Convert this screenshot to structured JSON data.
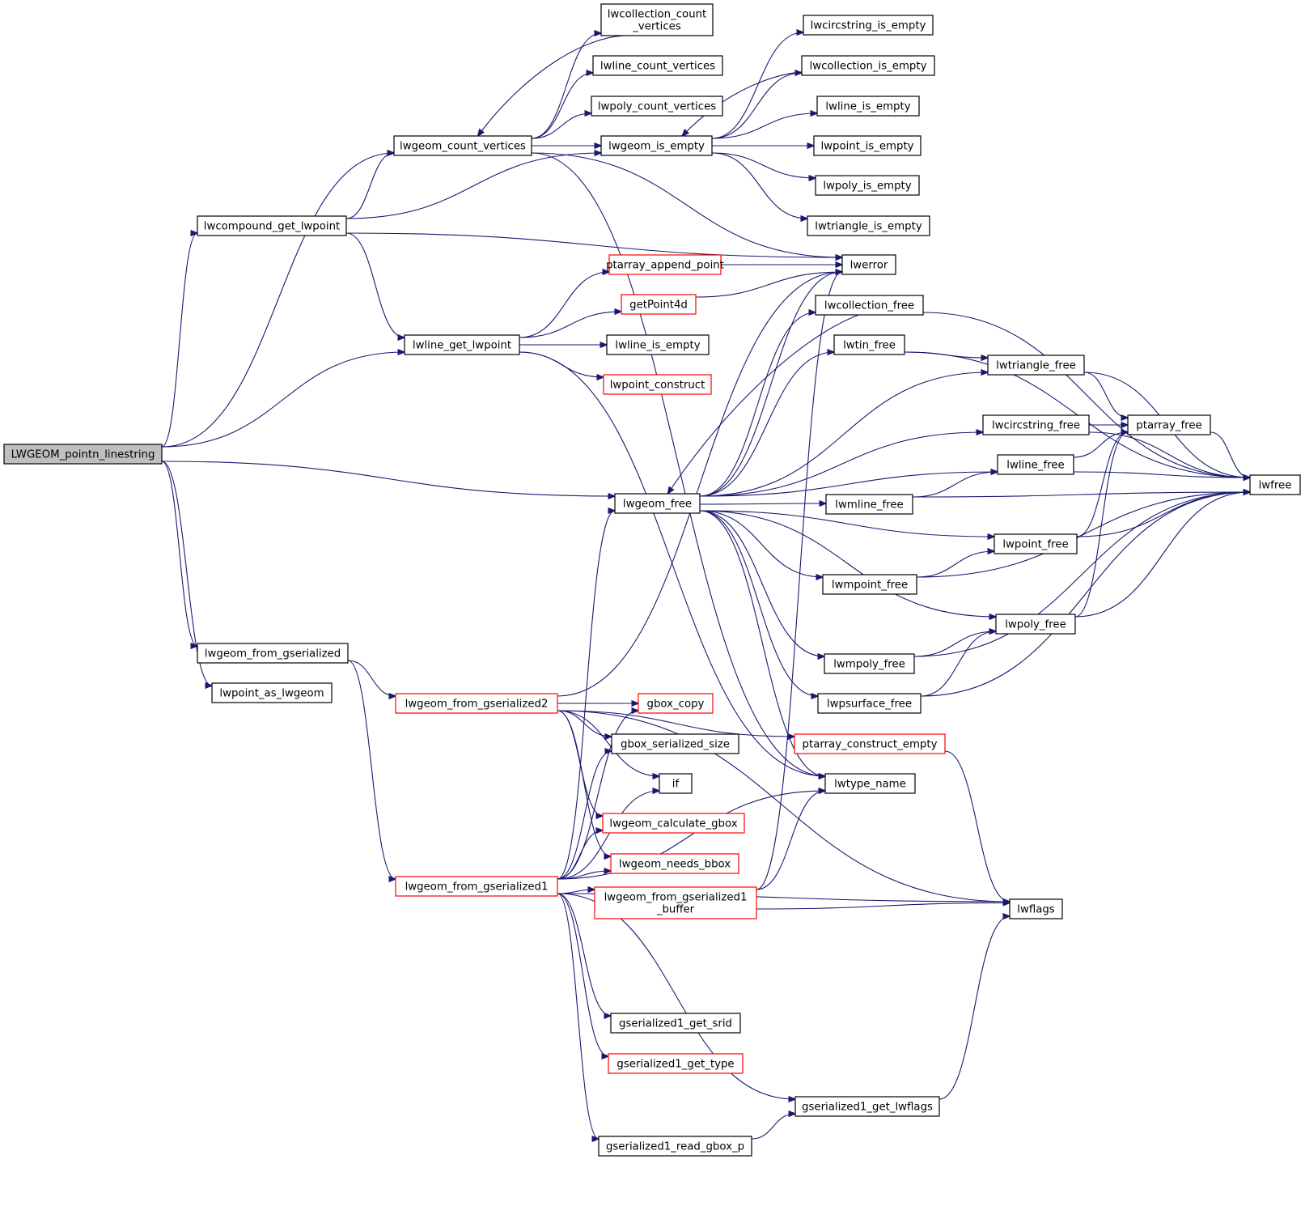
{
  "diagram": {
    "title": "Call graph for LWGEOM_pointn_linestring",
    "edge_color": "#191970",
    "colors": {
      "root_fill": "#bfbfbf",
      "node_border": "#000000",
      "truncated_node_border": "#ff0000"
    },
    "nodes": [
      {
        "id": "root",
        "label": "LWGEOM_pointn_linestring",
        "style": "root"
      },
      {
        "id": "lwgeom_count_vertices",
        "label": "lwgeom_count_vertices",
        "style": "normal"
      },
      {
        "id": "lwcompound_get_lwpoint",
        "label": "lwcompound_get_lwpoint",
        "style": "normal"
      },
      {
        "id": "lwline_get_lwpoint",
        "label": "lwline_get_lwpoint",
        "style": "normal"
      },
      {
        "id": "lwgeom_free",
        "label": "lwgeom_free",
        "style": "normal"
      },
      {
        "id": "lwgeom_from_gserialized",
        "label": "lwgeom_from_gserialized",
        "style": "normal"
      },
      {
        "id": "lwpoint_as_lwgeom",
        "label": "lwpoint_as_lwgeom",
        "style": "normal"
      },
      {
        "id": "lwcollection_count_vertices",
        "label": "lwcollection_count\n_vertices",
        "style": "normal"
      },
      {
        "id": "lwline_count_vertices",
        "label": "lwline_count_vertices",
        "style": "normal"
      },
      {
        "id": "lwpoly_count_vertices",
        "label": "lwpoly_count_vertices",
        "style": "normal"
      },
      {
        "id": "lwgeom_is_empty",
        "label": "lwgeom_is_empty",
        "style": "normal"
      },
      {
        "id": "lwcircstring_is_empty",
        "label": "lwcircstring_is_empty",
        "style": "normal"
      },
      {
        "id": "lwcollection_is_empty",
        "label": "lwcollection_is_empty",
        "style": "normal"
      },
      {
        "id": "lwline_is_empty_top",
        "label": "lwline_is_empty",
        "style": "normal"
      },
      {
        "id": "lwpoint_is_empty",
        "label": "lwpoint_is_empty",
        "style": "normal"
      },
      {
        "id": "lwpoly_is_empty",
        "label": "lwpoly_is_empty",
        "style": "normal"
      },
      {
        "id": "lwtriangle_is_empty",
        "label": "lwtriangle_is_empty",
        "style": "normal"
      },
      {
        "id": "lwerror",
        "label": "lwerror",
        "style": "normal"
      },
      {
        "id": "ptarray_append_point",
        "label": "ptarray_append_point",
        "style": "truncated"
      },
      {
        "id": "getPoint4d",
        "label": "getPoint4d",
        "style": "truncated"
      },
      {
        "id": "lwline_is_empty",
        "label": "lwline_is_empty",
        "style": "normal"
      },
      {
        "id": "lwpoint_construct",
        "label": "lwpoint_construct",
        "style": "truncated"
      },
      {
        "id": "lwcollection_free",
        "label": "lwcollection_free",
        "style": "normal"
      },
      {
        "id": "lwtin_free",
        "label": "lwtin_free",
        "style": "normal"
      },
      {
        "id": "lwtriangle_free",
        "label": "lwtriangle_free",
        "style": "normal"
      },
      {
        "id": "lwcircstring_free",
        "label": "lwcircstring_free",
        "style": "normal"
      },
      {
        "id": "ptarray_free",
        "label": "ptarray_free",
        "style": "normal"
      },
      {
        "id": "lwline_free",
        "label": "lwline_free",
        "style": "normal"
      },
      {
        "id": "lwfree",
        "label": "lwfree",
        "style": "normal"
      },
      {
        "id": "lwmline_free",
        "label": "lwmline_free",
        "style": "normal"
      },
      {
        "id": "lwpoint_free",
        "label": "lwpoint_free",
        "style": "normal"
      },
      {
        "id": "lwmpoint_free",
        "label": "lwmpoint_free",
        "style": "normal"
      },
      {
        "id": "lwpoly_free",
        "label": "lwpoly_free",
        "style": "normal"
      },
      {
        "id": "lwmpoly_free",
        "label": "lwmpoly_free",
        "style": "normal"
      },
      {
        "id": "lwpsurface_free",
        "label": "lwpsurface_free",
        "style": "normal"
      },
      {
        "id": "ptarray_construct_empty",
        "label": "ptarray_construct_empty",
        "style": "truncated"
      },
      {
        "id": "lwtype_name",
        "label": "lwtype_name",
        "style": "normal"
      },
      {
        "id": "lwgeom_from_gserialized2",
        "label": "lwgeom_from_gserialized2",
        "style": "truncated"
      },
      {
        "id": "gbox_copy",
        "label": "gbox_copy",
        "style": "truncated"
      },
      {
        "id": "gbox_serialized_size",
        "label": "gbox_serialized_size",
        "style": "normal"
      },
      {
        "id": "if",
        "label": "if",
        "style": "normal"
      },
      {
        "id": "lwgeom_calculate_gbox",
        "label": "lwgeom_calculate_gbox",
        "style": "truncated"
      },
      {
        "id": "lwgeom_needs_bbox",
        "label": "lwgeom_needs_bbox",
        "style": "truncated"
      },
      {
        "id": "lwgeom_from_gserialized1",
        "label": "lwgeom_from_gserialized1",
        "style": "truncated"
      },
      {
        "id": "lwgeom_from_gserialized1_buffer",
        "label": "lwgeom_from_gserialized1\n_buffer",
        "style": "truncated"
      },
      {
        "id": "lwflags",
        "label": "lwflags",
        "style": "normal"
      },
      {
        "id": "gserialized1_get_srid",
        "label": "gserialized1_get_srid",
        "style": "normal"
      },
      {
        "id": "gserialized1_get_type",
        "label": "gserialized1_get_type",
        "style": "truncated"
      },
      {
        "id": "gserialized1_get_lwflags",
        "label": "gserialized1_get_lwflags",
        "style": "normal"
      },
      {
        "id": "gserialized1_read_gbox_p",
        "label": "gserialized1_read_gbox_p",
        "style": "normal"
      }
    ],
    "edges": [
      [
        "root",
        "lwgeom_count_vertices"
      ],
      [
        "root",
        "lwcompound_get_lwpoint"
      ],
      [
        "root",
        "lwline_get_lwpoint"
      ],
      [
        "root",
        "lwgeom_free"
      ],
      [
        "root",
        "lwgeom_from_gserialized"
      ],
      [
        "root",
        "lwpoint_as_lwgeom"
      ],
      [
        "lwgeom_count_vertices",
        "lwcollection_count_vertices"
      ],
      [
        "lwcollection_count_vertices",
        "lwgeom_count_vertices"
      ],
      [
        "lwgeom_count_vertices",
        "lwline_count_vertices"
      ],
      [
        "lwgeom_count_vertices",
        "lwpoly_count_vertices"
      ],
      [
        "lwgeom_count_vertices",
        "lwgeom_is_empty"
      ],
      [
        "lwgeom_count_vertices",
        "lwerror"
      ],
      [
        "lwgeom_count_vertices",
        "lwtype_name"
      ],
      [
        "lwcompound_get_lwpoint",
        "lwgeom_count_vertices"
      ],
      [
        "lwcompound_get_lwpoint",
        "lwgeom_is_empty"
      ],
      [
        "lwcompound_get_lwpoint",
        "lwerror"
      ],
      [
        "lwcompound_get_lwpoint",
        "lwline_get_lwpoint"
      ],
      [
        "lwgeom_is_empty",
        "lwcircstring_is_empty"
      ],
      [
        "lwgeom_is_empty",
        "lwcollection_is_empty"
      ],
      [
        "lwcollection_is_empty",
        "lwgeom_is_empty"
      ],
      [
        "lwgeom_is_empty",
        "lwline_is_empty_top"
      ],
      [
        "lwgeom_is_empty",
        "lwpoint_is_empty"
      ],
      [
        "lwgeom_is_empty",
        "lwpoly_is_empty"
      ],
      [
        "lwgeom_is_empty",
        "lwtriangle_is_empty"
      ],
      [
        "lwline_get_lwpoint",
        "ptarray_append_point"
      ],
      [
        "lwline_get_lwpoint",
        "getPoint4d"
      ],
      [
        "lwline_get_lwpoint",
        "lwline_is_empty"
      ],
      [
        "lwline_get_lwpoint",
        "lwpoint_construct"
      ],
      [
        "lwline_get_lwpoint",
        "lwtype_name"
      ],
      [
        "ptarray_append_point",
        "lwerror"
      ],
      [
        "getPoint4d",
        "lwerror"
      ],
      [
        "lwgeom_free",
        "lwerror"
      ],
      [
        "lwgeom_free",
        "lwcollection_free"
      ],
      [
        "lwcollection_free",
        "lwgeom_free"
      ],
      [
        "lwcollection_free",
        "lwfree"
      ],
      [
        "lwgeom_free",
        "lwtin_free"
      ],
      [
        "lwtin_free",
        "lwtriangle_free"
      ],
      [
        "lwtin_free",
        "lwfree"
      ],
      [
        "lwgeom_free",
        "lwtriangle_free"
      ],
      [
        "lwtriangle_free",
        "ptarray_free"
      ],
      [
        "lwtriangle_free",
        "lwfree"
      ],
      [
        "lwgeom_free",
        "lwcircstring_free"
      ],
      [
        "lwcircstring_free",
        "ptarray_free"
      ],
      [
        "lwcircstring_free",
        "lwfree"
      ],
      [
        "lwgeom_free",
        "lwline_free"
      ],
      [
        "lwline_free",
        "ptarray_free"
      ],
      [
        "lwline_free",
        "lwfree"
      ],
      [
        "lwgeom_free",
        "lwmline_free"
      ],
      [
        "lwmline_free",
        "lwline_free"
      ],
      [
        "lwmline_free",
        "lwfree"
      ],
      [
        "lwgeom_free",
        "lwpoint_free"
      ],
      [
        "lwpoint_free",
        "ptarray_free"
      ],
      [
        "lwpoint_free",
        "lwfree"
      ],
      [
        "lwgeom_free",
        "lwmpoint_free"
      ],
      [
        "lwmpoint_free",
        "lwpoint_free"
      ],
      [
        "lwmpoint_free",
        "lwfree"
      ],
      [
        "lwgeom_free",
        "lwpoly_free"
      ],
      [
        "lwpoly_free",
        "ptarray_free"
      ],
      [
        "lwpoly_free",
        "lwfree"
      ],
      [
        "lwgeom_free",
        "lwmpoly_free"
      ],
      [
        "lwmpoly_free",
        "lwpoly_free"
      ],
      [
        "lwmpoly_free",
        "lwfree"
      ],
      [
        "lwgeom_free",
        "lwpsurface_free"
      ],
      [
        "lwpsurface_free",
        "lwpoly_free"
      ],
      [
        "lwpsurface_free",
        "lwfree"
      ],
      [
        "lwgeom_free",
        "lwtype_name"
      ],
      [
        "ptarray_free",
        "lwfree"
      ],
      [
        "lwgeom_from_gserialized",
        "lwgeom_from_gserialized2"
      ],
      [
        "lwgeom_from_gserialized",
        "lwgeom_from_gserialized1"
      ],
      [
        "lwgeom_from_gserialized2",
        "lwerror"
      ],
      [
        "lwgeom_from_gserialized2",
        "gbox_copy"
      ],
      [
        "lwgeom_from_gserialized2",
        "gbox_serialized_size"
      ],
      [
        "lwgeom_from_gserialized2",
        "if"
      ],
      [
        "lwgeom_from_gserialized2",
        "lwgeom_calculate_gbox"
      ],
      [
        "lwgeom_from_gserialized2",
        "lwgeom_needs_bbox"
      ],
      [
        "lwgeom_from_gserialized2",
        "ptarray_construct_empty"
      ],
      [
        "lwgeom_from_gserialized2",
        "lwflags"
      ],
      [
        "lwgeom_from_gserialized1",
        "lwgeom_free"
      ],
      [
        "lwgeom_from_gserialized1",
        "gbox_copy"
      ],
      [
        "lwgeom_from_gserialized1",
        "gbox_serialized_size"
      ],
      [
        "lwgeom_from_gserialized1",
        "if"
      ],
      [
        "lwgeom_from_gserialized1",
        "lwgeom_calculate_gbox"
      ],
      [
        "lwgeom_from_gserialized1",
        "lwgeom_needs_bbox"
      ],
      [
        "lwgeom_from_gserialized1",
        "lwgeom_from_gserialized1_buffer"
      ],
      [
        "lwgeom_from_gserialized1",
        "lwtype_name"
      ],
      [
        "lwgeom_from_gserialized1",
        "gserialized1_get_srid"
      ],
      [
        "lwgeom_from_gserialized1",
        "gserialized1_get_type"
      ],
      [
        "lwgeom_from_gserialized1",
        "gserialized1_get_lwflags"
      ],
      [
        "lwgeom_from_gserialized1",
        "gserialized1_read_gbox_p"
      ],
      [
        "lwgeom_from_gserialized1",
        "lwflags"
      ],
      [
        "lwgeom_from_gserialized1_buffer",
        "lwerror"
      ],
      [
        "lwgeom_from_gserialized1_buffer",
        "lwtype_name"
      ],
      [
        "lwgeom_from_gserialized1_buffer",
        "lwflags"
      ],
      [
        "ptarray_construct_empty",
        "lwflags"
      ],
      [
        "gserialized1_read_gbox_p",
        "gserialized1_get_lwflags"
      ],
      [
        "gserialized1_get_lwflags",
        "lwflags"
      ]
    ]
  }
}
